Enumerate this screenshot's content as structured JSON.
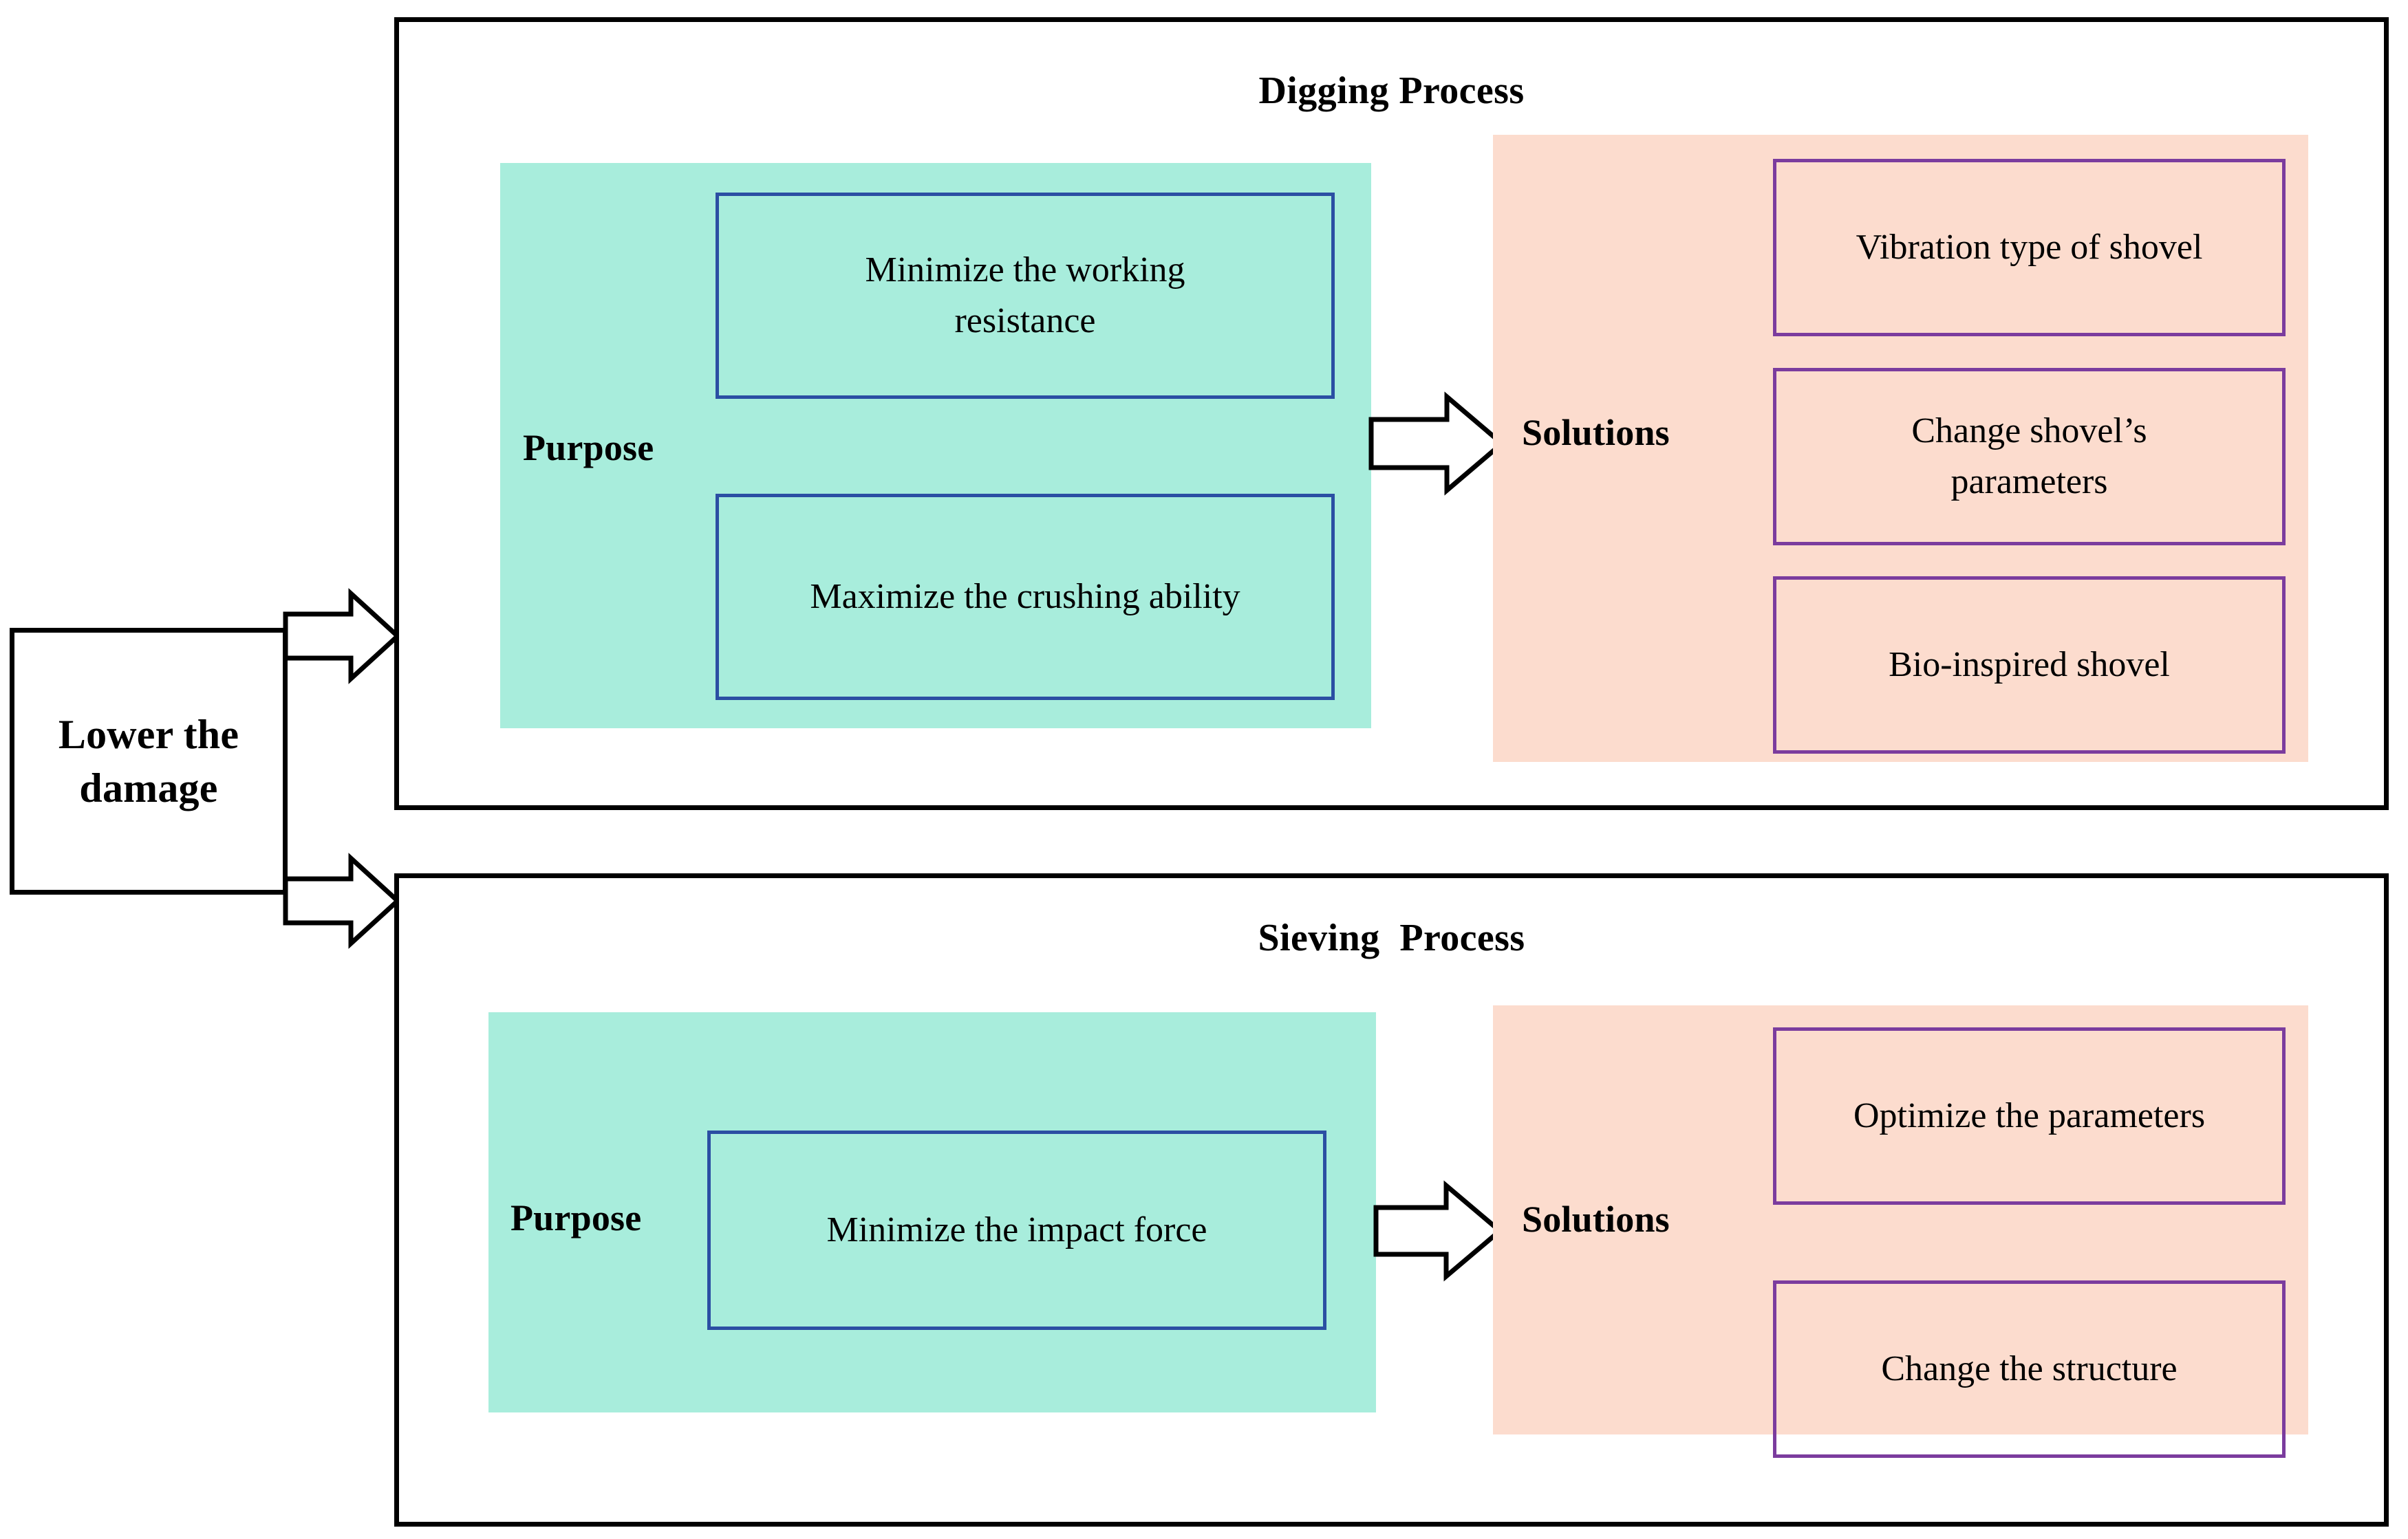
{
  "diagram": {
    "root": {
      "label": "Lower the\ndamage"
    },
    "panels": [
      {
        "id": "digging",
        "title": "Digging Process",
        "purpose": {
          "label": "Purpose",
          "items": [
            "Minimize the working\nresistance",
            "Maximize the crushing ability"
          ]
        },
        "solutions": {
          "label": "Solutions",
          "items": [
            "Vibration type of shovel",
            "Change shovel’s\nparameters",
            "Bio-inspired shovel"
          ]
        }
      },
      {
        "id": "sieving",
        "title": "Sieving  Process",
        "purpose": {
          "label": "Purpose",
          "items": [
            "Minimize the impact force"
          ]
        },
        "solutions": {
          "label": "Solutions",
          "items": [
            "Optimize the parameters",
            "Change the structure"
          ]
        }
      }
    ],
    "arrows": [
      {
        "name": "arrow-root-to-digging"
      },
      {
        "name": "arrow-root-to-sieving"
      },
      {
        "name": "arrow-purpose-to-solutions-digging"
      },
      {
        "name": "arrow-purpose-to-solutions-sieving"
      }
    ],
    "colors": {
      "purpose_fill": "#A8EDDC",
      "solutions_fill": "#FCDCCE",
      "purpose_item_border": "#2B4FA3",
      "solutions_item_border": "#7B3C9E",
      "panel_border": "#000000",
      "text": "#000000",
      "page_background": "#FFFFFF"
    }
  }
}
